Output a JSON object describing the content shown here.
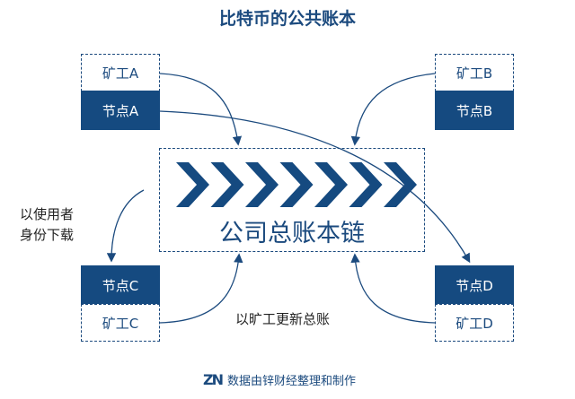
{
  "title": "比特币的公共账本",
  "ledger_label": "公司总账本链",
  "chevron_count": 7,
  "nodes": {
    "miner_a": "矿工A",
    "node_a": "节点A",
    "miner_b": "矿工B",
    "node_b": "节点B",
    "node_c": "节点C",
    "miner_c": "矿工C",
    "node_d": "节点D",
    "miner_d": "矿工D"
  },
  "annotations": {
    "user_download_line1": "以使用者",
    "user_download_line2": "身份下载",
    "miner_update": "以旷工更新总账"
  },
  "footer": {
    "logo": "ZN",
    "text": "数据由锌财经整理和制作"
  },
  "colors": {
    "primary": "#154a80"
  }
}
